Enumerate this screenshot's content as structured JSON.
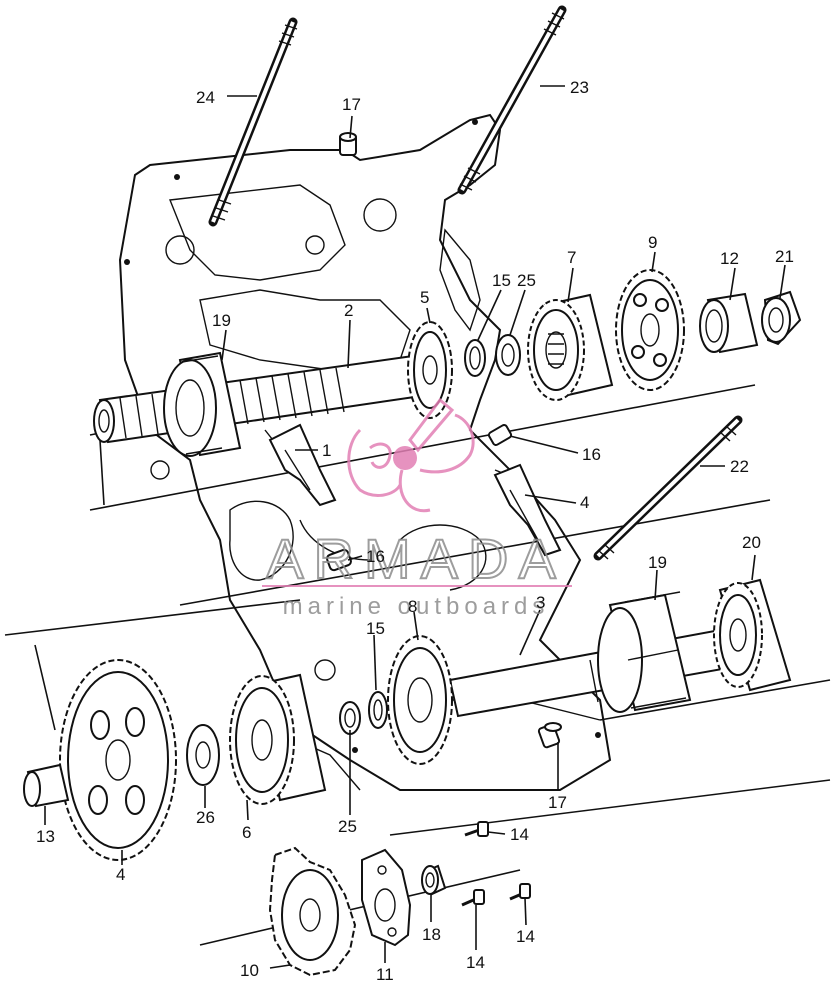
{
  "watermark": {
    "brand": "ARMADA",
    "tagline": "marine outboards",
    "accent_color": "#e27fb4",
    "text_color": "#8c8c8c"
  },
  "callouts": {
    "c1": "1",
    "c2": "2",
    "c3": "3",
    "c4a": "4",
    "c4b": "4",
    "c5": "5",
    "c6": "6",
    "c7": "7",
    "c8": "8",
    "c9": "9",
    "c10": "10",
    "c11": "11",
    "c12": "12",
    "c13": "13",
    "c14a": "14",
    "c14b": "14",
    "c14c": "14",
    "c15a": "15",
    "c15b": "15",
    "c16a": "16",
    "c16b": "16",
    "c17a": "17",
    "c17b": "17",
    "c18": "18",
    "c19a": "19",
    "c19b": "19",
    "c20": "20",
    "c21": "21",
    "c22": "22",
    "c23": "23",
    "c24": "24",
    "c25a": "25",
    "c25b": "25",
    "c26": "26"
  }
}
